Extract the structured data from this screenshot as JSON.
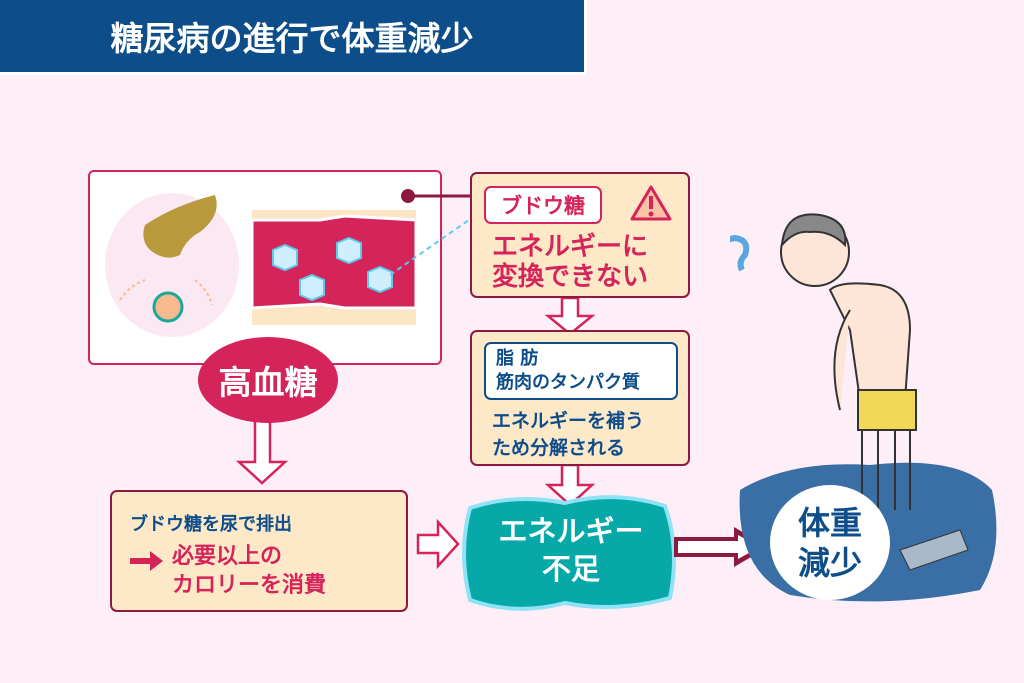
{
  "title": "糖尿病の進行で体重減少",
  "high_sugar": "高血糖",
  "glucose_box": {
    "label": "ブドウ糖",
    "line1": "エネルギーに",
    "line2": "変換できない"
  },
  "breakdown_box": {
    "label_line1": "脂 肪",
    "label_line2": "筋肉のタンパク質",
    "line1": "エネルギーを補う",
    "line2": "ため分解される"
  },
  "urine_box": {
    "line1": "ブドウ糖を尿で排出",
    "line2": "必要以上の",
    "line3": "カロリーを消費"
  },
  "energy_shortage": {
    "line1": "エネルギー",
    "line2": "不足"
  },
  "weight_loss": {
    "line1": "体重",
    "line2": "減少"
  },
  "colors": {
    "navy": "#0d4d8a",
    "crimson": "#d4245a",
    "teal": "#06a8a8",
    "cream": "#fde9c8"
  }
}
